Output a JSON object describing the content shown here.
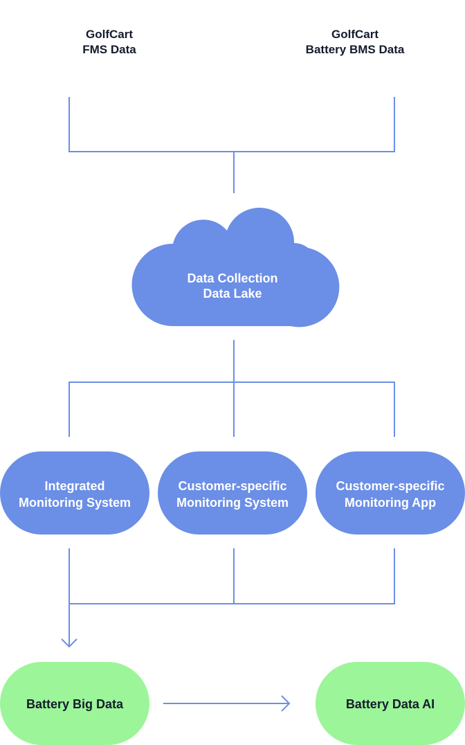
{
  "colors": {
    "blue_node": "#6b8ee6",
    "green_node": "#9cf598",
    "connector": "#6b8ee6",
    "dark_text": "#141b2d"
  },
  "sources": {
    "fms": {
      "line1": "GolfCart",
      "line2": "FMS Data"
    },
    "bms": {
      "line1": "GolfCart",
      "line2": "Battery BMS Data"
    }
  },
  "cloud": {
    "line1": "Data Collection",
    "line2": "Data Lake"
  },
  "systems": {
    "integrated": {
      "line1": "Integrated",
      "line2": "Monitoring System"
    },
    "customer_system": {
      "line1": "Customer-specific",
      "line2": "Monitoring System"
    },
    "customer_app": {
      "line1": "Customer-specific",
      "line2": "Monitoring App"
    }
  },
  "outputs": {
    "big_data": {
      "label": "Battery Big Data"
    },
    "ai": {
      "label": "Battery Data AI"
    }
  }
}
